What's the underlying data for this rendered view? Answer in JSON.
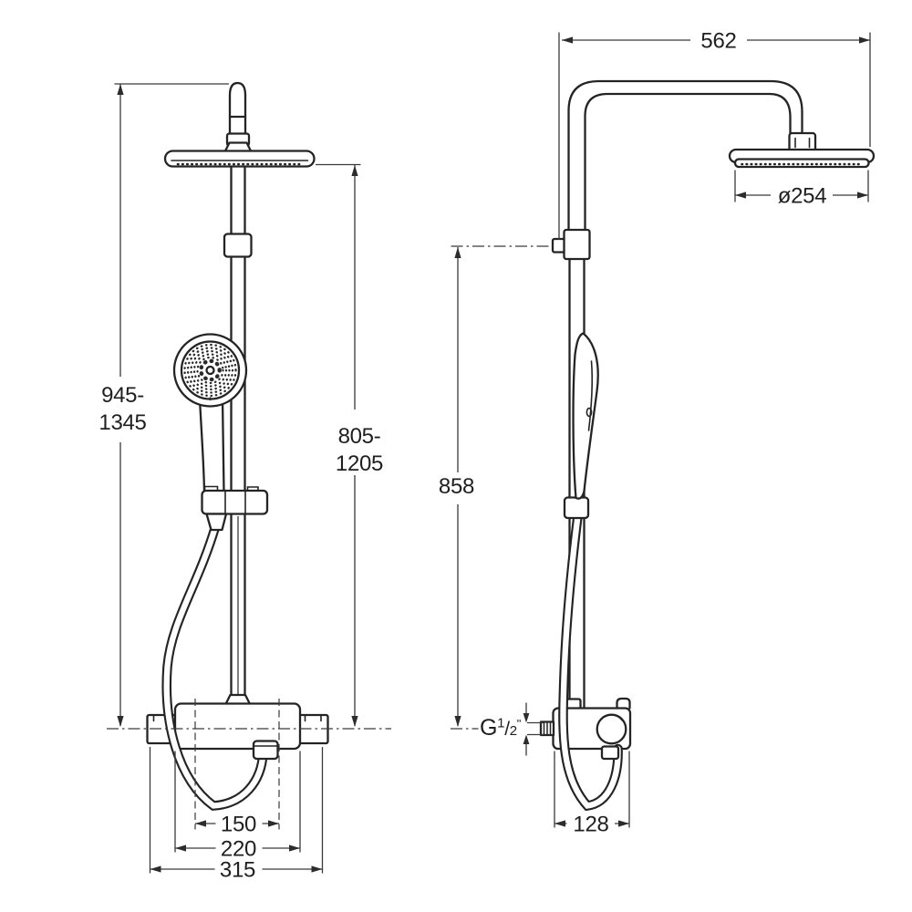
{
  "dimensions": {
    "total_height": {
      "line1": "945-",
      "line2": "1345"
    },
    "rail_height": {
      "line1": "805-",
      "line2": "1205"
    },
    "wall_outlet_height": "858",
    "arm_reach": "562",
    "head_diameter": "ø254",
    "supply_centers": "150",
    "valve_body_width": "220",
    "overall_width": "315",
    "valve_depth": "128",
    "thread": {
      "prefix": "G",
      "numerator": "1",
      "slash": "/",
      "denominator": "2",
      "inch_mark": "\""
    }
  },
  "colors": {
    "ink": "#242424",
    "dim_line": "#3a3a3a",
    "background": "#ffffff"
  }
}
